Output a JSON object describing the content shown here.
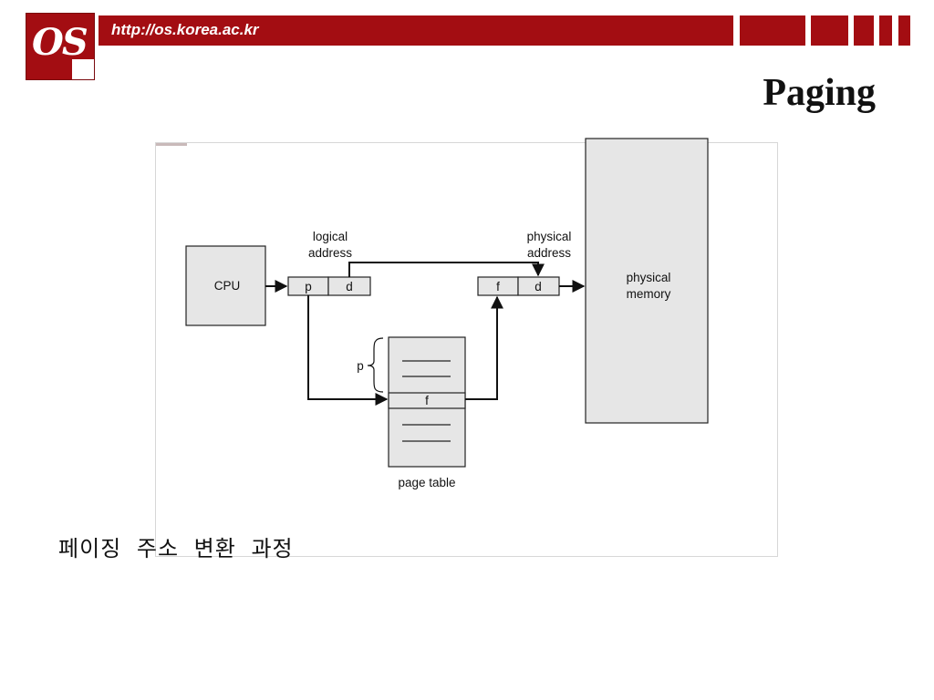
{
  "header": {
    "url": "http://os.korea.ac.kr",
    "logo_text": "OS",
    "brand_color": "#a30d12"
  },
  "slide": {
    "title": "Paging",
    "caption": "페이징 주소 변환 과정"
  },
  "diagram": {
    "cpu_label": "CPU",
    "logical_address_label": [
      "logical",
      "address"
    ],
    "physical_address_label": [
      "physical",
      "address"
    ],
    "logical_fields": [
      "p",
      "d"
    ],
    "physical_fields": [
      "f",
      "d"
    ],
    "memory_label": [
      "physical",
      "memory"
    ],
    "page_table_label": "page table",
    "page_table_entry": "f",
    "brace_label": "p",
    "colors": {
      "box_fill": "#e6e6e6",
      "stroke": "#222222"
    }
  }
}
